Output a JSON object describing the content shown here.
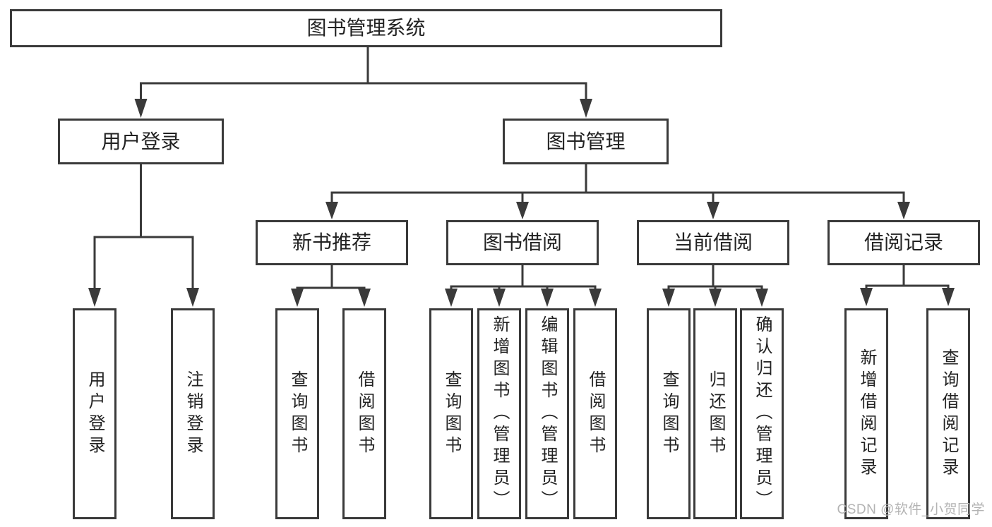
{
  "diagram": {
    "root": {
      "label": "图书管理系统",
      "children": [
        {
          "label": "用户登录",
          "children": [
            {
              "label": "用户登录"
            },
            {
              "label": "注销登录"
            }
          ]
        },
        {
          "label": "图书管理",
          "children": [
            {
              "label": "新书推荐",
              "children": [
                {
                  "label": "查询图书"
                },
                {
                  "label": "借阅图书"
                }
              ]
            },
            {
              "label": "图书借阅",
              "children": [
                {
                  "label": "查询图书"
                },
                {
                  "label": "新增图书（管理员）"
                },
                {
                  "label": "编辑图书（管理员）"
                },
                {
                  "label": "借阅图书"
                }
              ]
            },
            {
              "label": "当前借阅",
              "children": [
                {
                  "label": "查询图书"
                },
                {
                  "label": "归还图书"
                },
                {
                  "label": "确认归还（管理员）"
                }
              ]
            },
            {
              "label": "借阅记录",
              "children": [
                {
                  "label": "新增借阅记录"
                },
                {
                  "label": "查询借阅记录"
                }
              ]
            }
          ]
        }
      ]
    }
  },
  "watermark": {
    "text": "CSDN @软件_小贺同学"
  },
  "colors": {
    "line": "#3a3a3a",
    "box_border": "#3a3a3a",
    "text": "#222222",
    "watermark": "#b3b3b3",
    "background": "#ffffff"
  }
}
